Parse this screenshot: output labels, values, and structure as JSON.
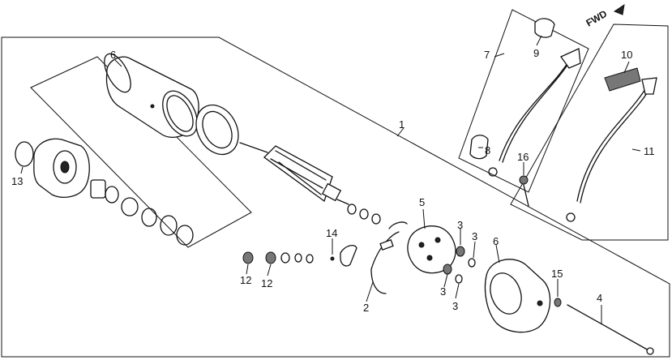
{
  "diagram": {
    "fwd_label": "FWD",
    "callouts": {
      "c1": "1",
      "c2": "2",
      "c3a": "3",
      "c3b": "3",
      "c3c": "3",
      "c3d": "3",
      "c4": "4",
      "c5": "5",
      "c6a": "6",
      "c6b": "6",
      "c7": "7",
      "c8": "8",
      "c9": "9",
      "c10": "10",
      "c11": "11",
      "c12a": "12",
      "c12b": "12",
      "c13": "13",
      "c14": "14",
      "c15": "15",
      "c16": "16"
    }
  }
}
